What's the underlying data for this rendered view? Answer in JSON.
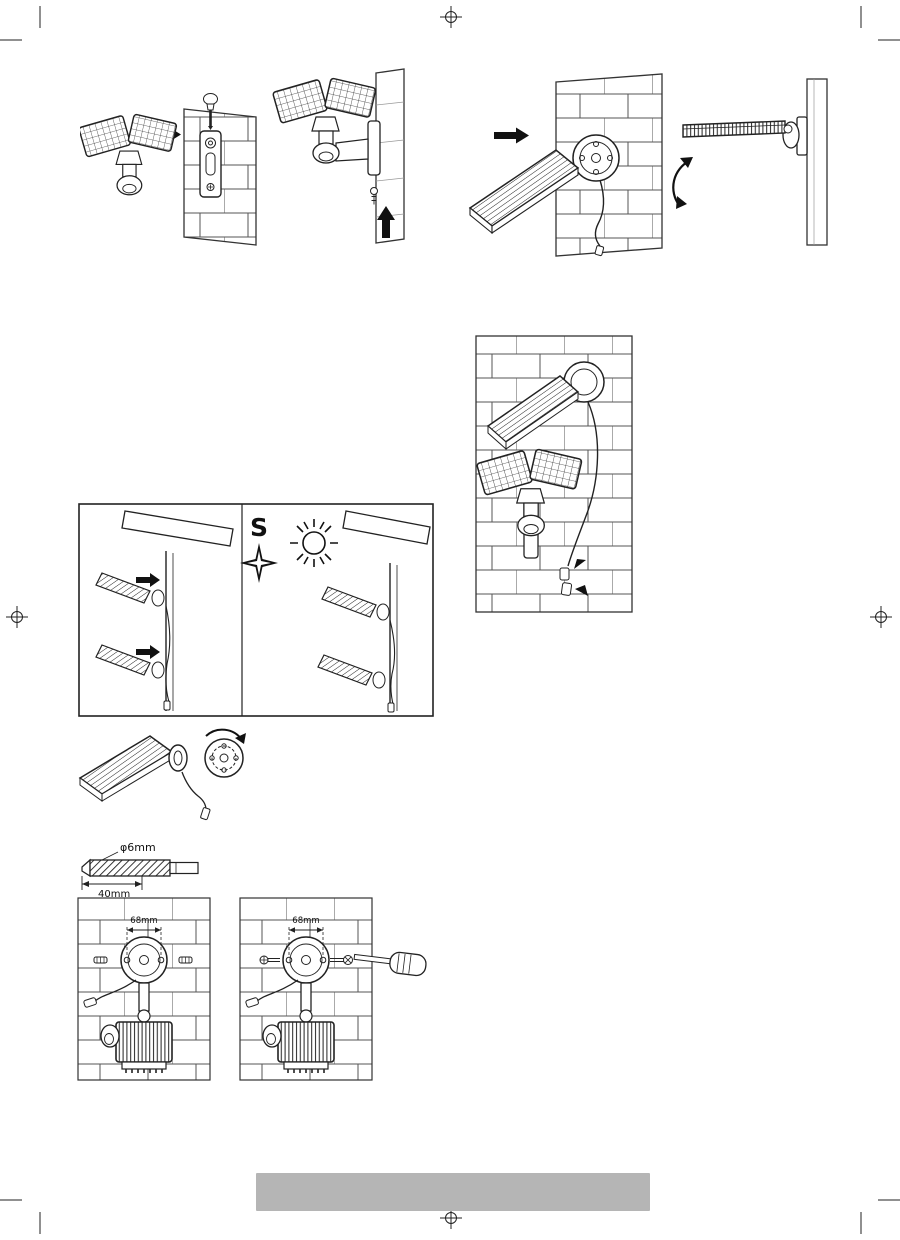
{
  "page": {
    "kind": "solar-floodlight-mounting-instructions",
    "labels": {
      "compass_south": "S",
      "drill_diameter": "φ6mm",
      "drill_length": "40mm",
      "hole_spacing_left": "68mm",
      "hole_spacing_right": "68mm"
    },
    "colors": {
      "line": "#222222",
      "brick_line": "#555555",
      "footer_bar": "#b5b5b5",
      "background": "#ffffff"
    },
    "icons": [
      "registration-mark-icon",
      "trim-mark-icon",
      "floodlight-icon",
      "solar-panel-icon",
      "screwdriver-icon",
      "mounting-plate-icon",
      "brick-wall-icon",
      "sun-icon",
      "compass-star-icon",
      "drill-bit-icon",
      "cable-plug-icon",
      "direction-arrow-icon"
    ]
  }
}
